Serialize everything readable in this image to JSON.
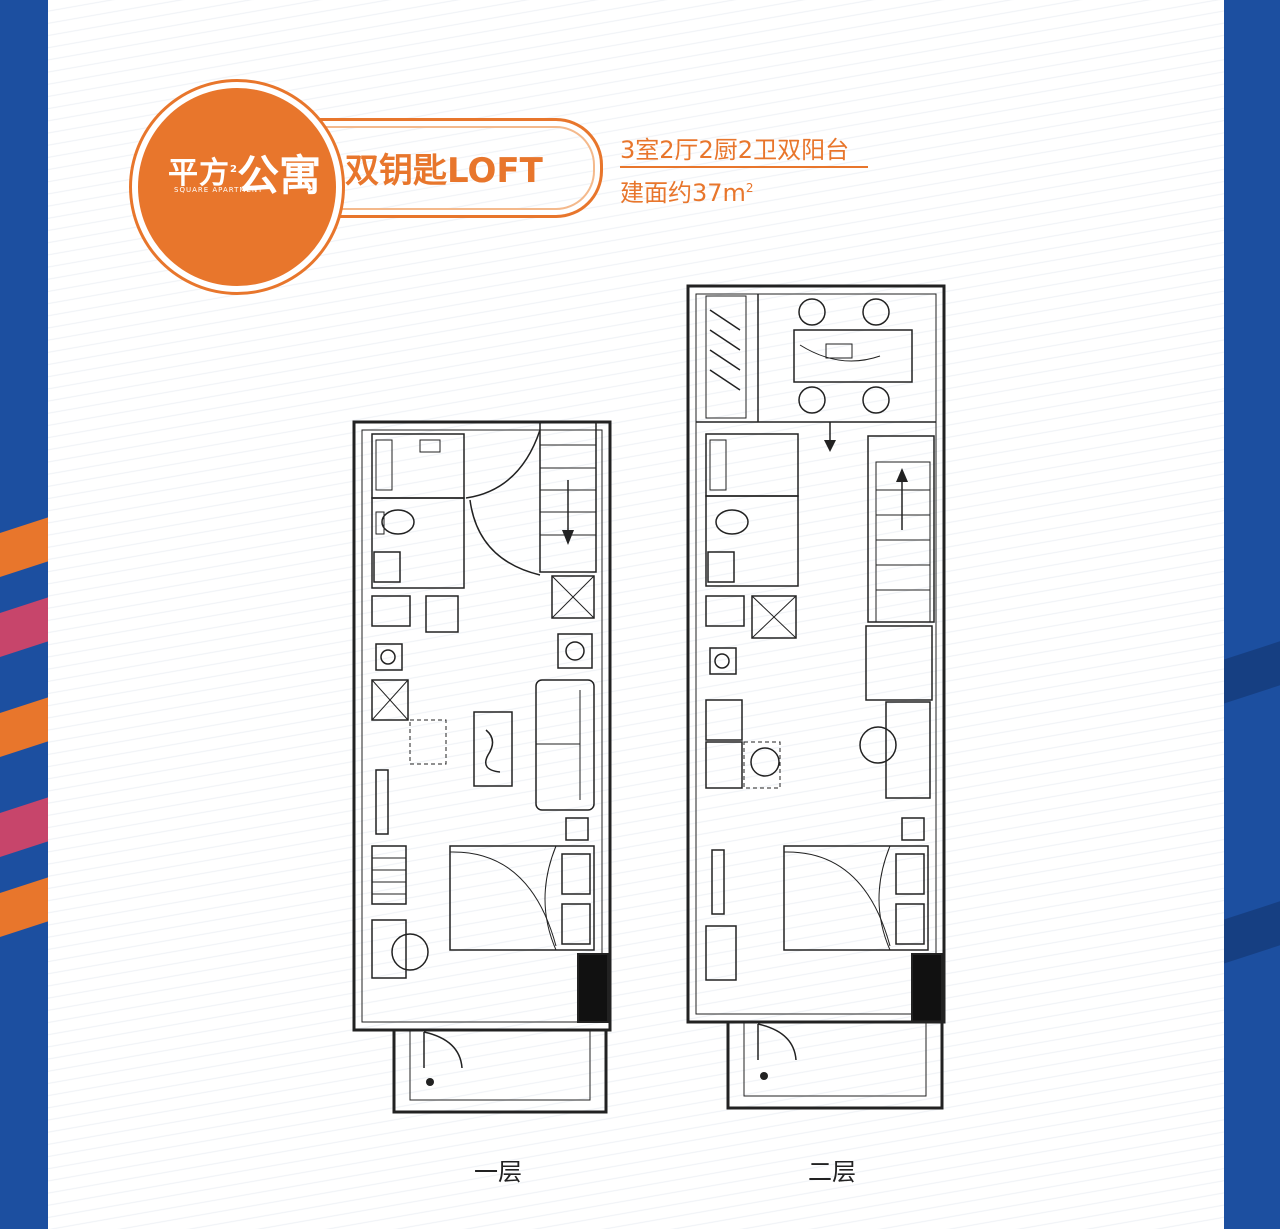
{
  "brand": {
    "name_part1": "平方",
    "superscript": "2",
    "name_part2": "公寓",
    "english": "SQUARE APARTMENT",
    "tagline": "双钥匙LOFT",
    "primary_color": "#e8762c",
    "side_color": "#1c4fa0"
  },
  "info": {
    "layout": "3室2厅2厨2卫双阳台",
    "area_prefix": "建面约37m",
    "area_superscript": "2"
  },
  "floors": [
    {
      "label": "一层"
    },
    {
      "label": "二层"
    }
  ]
}
